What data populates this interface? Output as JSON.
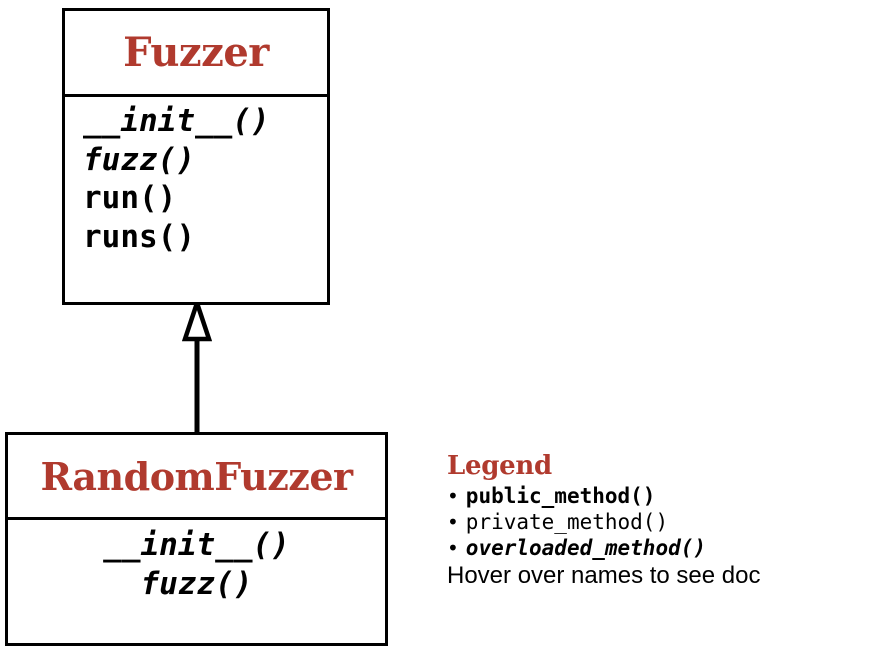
{
  "diagram": {
    "type": "uml-class-diagram",
    "classes": [
      {
        "id": "fuzzer",
        "name": "Fuzzer",
        "methods": [
          {
            "label": "__init__()",
            "kind": "overloaded"
          },
          {
            "label": "fuzz()",
            "kind": "overloaded"
          },
          {
            "label": "run()",
            "kind": "public"
          },
          {
            "label": "runs()",
            "kind": "public"
          }
        ]
      },
      {
        "id": "randomfuzzer",
        "name": "RandomFuzzer",
        "methods": [
          {
            "label": "__init__()",
            "kind": "overloaded"
          },
          {
            "label": "fuzz()",
            "kind": "overloaded"
          }
        ]
      }
    ],
    "relations": [
      {
        "id": "generalization-randomfuzzer-fuzzer",
        "kind": "generalization",
        "from": "RandomFuzzer",
        "to": "Fuzzer",
        "arrow": "hollow-triangle"
      }
    ]
  },
  "legend": {
    "title": "Legend",
    "bullet": "•",
    "items": [
      {
        "label": "public_method()",
        "kind": "public"
      },
      {
        "label": "private_method()",
        "kind": "private"
      },
      {
        "label": "overloaded_method()",
        "kind": "overloaded"
      }
    ],
    "note": "Hover over names to see doc"
  },
  "colors": {
    "class_name": "#b03a2e",
    "legend_title": "#b03a2e",
    "line": "#000000",
    "text": "#000000",
    "background": "#ffffff"
  }
}
